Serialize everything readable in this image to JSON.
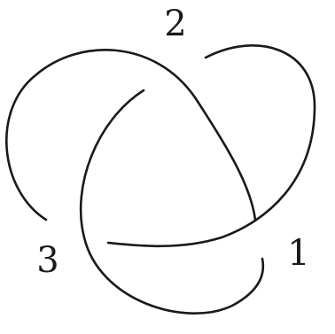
{
  "figure": {
    "stroke_color": "#1a1a1a",
    "background": "#ffffff",
    "crossing_labels": {
      "top": "2",
      "right": "1",
      "left": "3"
    }
  }
}
